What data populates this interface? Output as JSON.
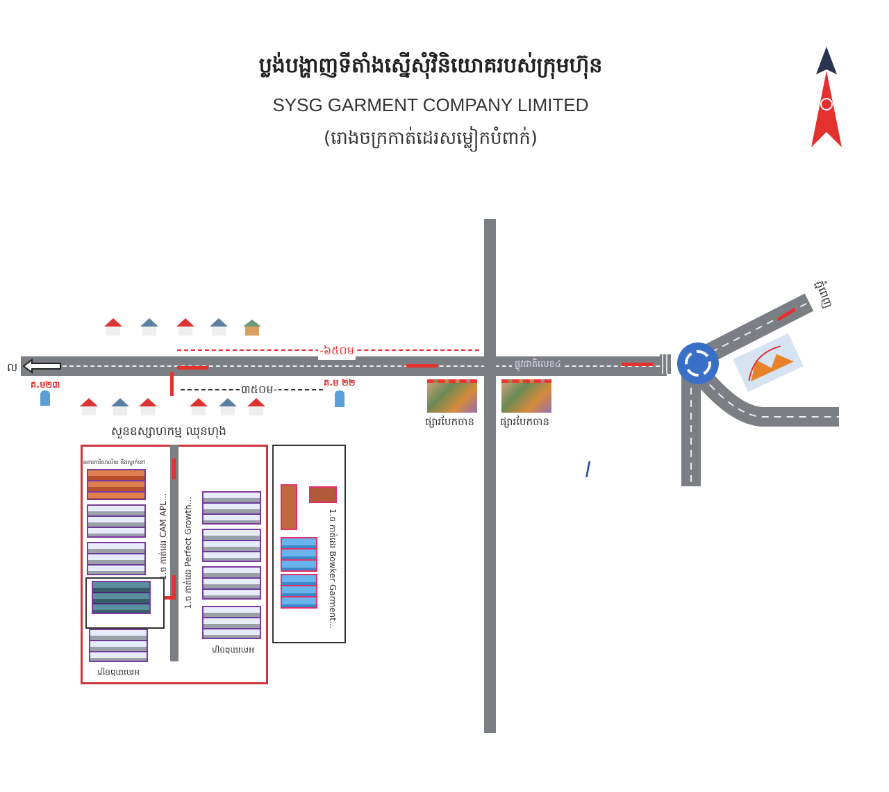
{
  "header": {
    "title_km": "ប្លង់បង្ហាញទីតាំងស្នើសុំវិនិយោគរបស់ក្រុមហ៊ុន",
    "title_en": "SYSG GARMENT COMPANY LIMITED",
    "subtitle_km": "(រោងចក្រកាត់ដេរសម្លៀកបំពាក់)"
  },
  "map": {
    "west_label": "ល",
    "phnom_penh_label": "ភ្នំពេញ",
    "road_label": "ផ្លូវជាតិលេខ៤",
    "distance_650": "-៦៥០ម",
    "distance_350": "៣៥០ម-",
    "km23": "គ.ម២៣",
    "km22": "គ.ម ២២",
    "industrial_park": "សួនឧស្សាហកម្ម ឈុនហុង",
    "market_1": "ផ្សារបែកចាន",
    "market_2": "ផ្សារបែកចាន",
    "office_building": "អគារការិយាល័យ និងស្នាក់នៅ",
    "factory_building_1": "អគាររោងចក្រ",
    "factory_building_2": "អគាររោងចក្រ",
    "company_cam": "1.ច កាត់ដេរ CAM APL...",
    "company_perfect": "1.ច កាត់ដេរ Perfect Growth...",
    "company_bowker": "1.ច កាត់ដេរ Bowker Garment...",
    "handwritten_mark": "l"
  },
  "colors": {
    "road": "#7b7e82",
    "arrow": "#e53030",
    "boundary": "#d0343a",
    "roundabout": "#3a6fc8"
  }
}
